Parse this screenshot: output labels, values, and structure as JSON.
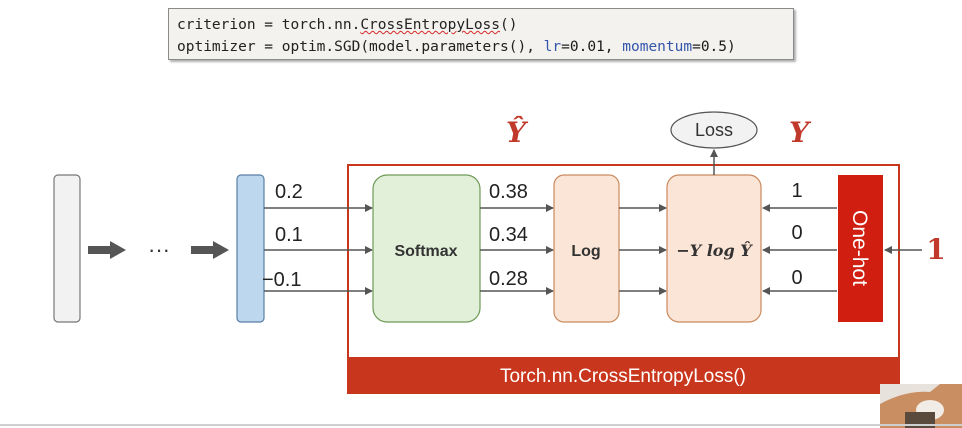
{
  "code": {
    "line1": {
      "prefix": "criterion = torch.nn.",
      "underlined": "CrossEntropyLoss",
      "suffix": "()"
    },
    "line2": {
      "prefix": "optimizer = optim.SGD(model.parameters(), ",
      "lr_key": "lr",
      "lr_eq": "=",
      "lr_val": "0.01",
      "sep": ", ",
      "mom_key": "momentum",
      "mom_eq": "=",
      "mom_val": "0.5",
      "close": ")"
    }
  },
  "diagram": {
    "ellipsis": "···",
    "inputs": [
      "0.2",
      "0.1",
      "−0.1"
    ],
    "softmax_label": "Softmax",
    "probs": [
      "0.38",
      "0.34",
      "0.28"
    ],
    "log_label": "Log",
    "nll_label": "−Y log Ŷ",
    "targets": [
      "1",
      "0",
      "0"
    ],
    "onehot_label": "One-hot",
    "class_label": "1",
    "loss_label": "Loss",
    "yhat_label": "Ŷ",
    "y_label": "Y",
    "frame_label": "Torch.nn.CrossEntropyLoss()"
  },
  "colors": {
    "frame_red": "#c8371d",
    "onehot_red": "#d01f10",
    "softmax_fill": "#e2f0d9",
    "log_fill": "#fbe5d6",
    "input_blue": "#bdd7ee",
    "arrow": "#555555",
    "title_red": "#c0392b"
  }
}
